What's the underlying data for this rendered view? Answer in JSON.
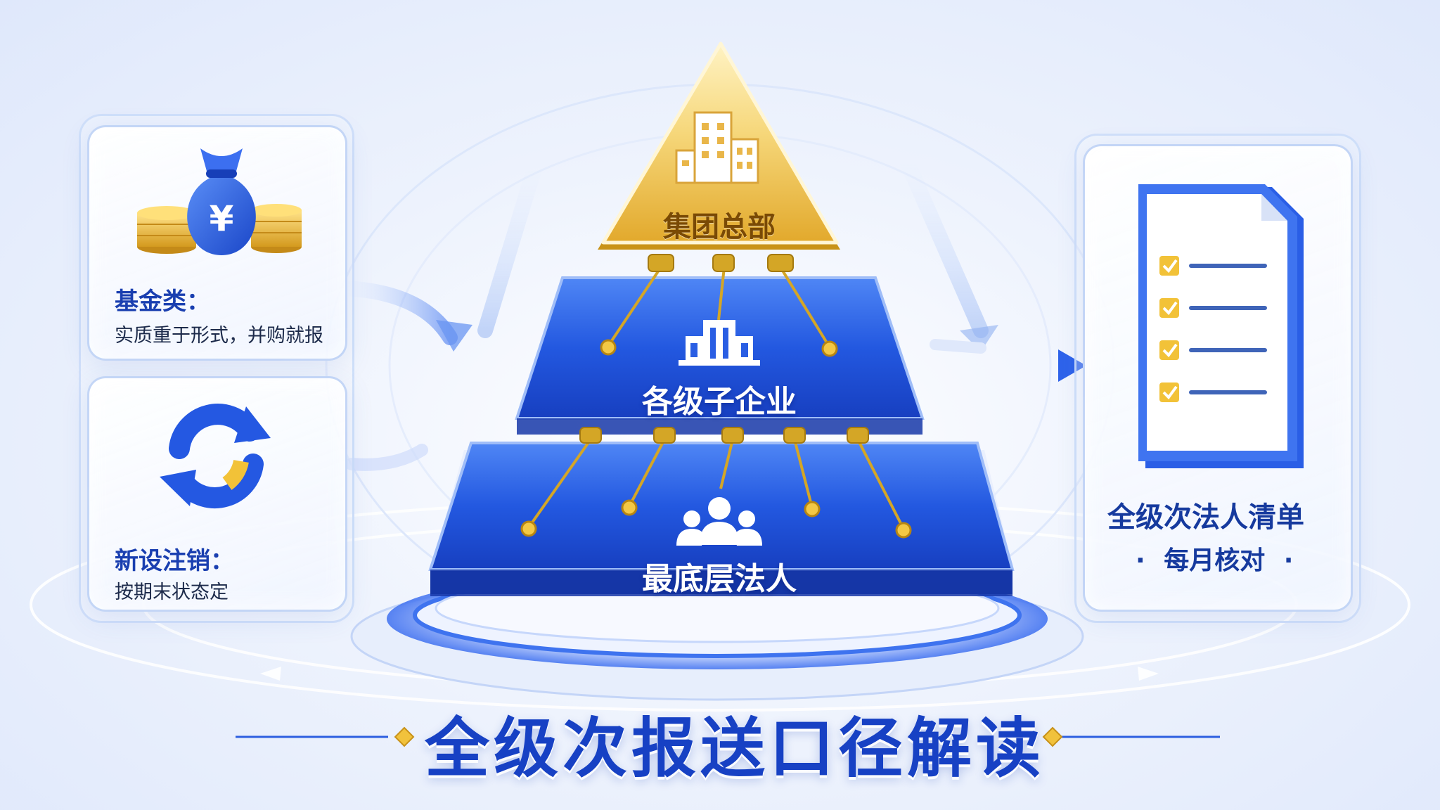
{
  "title": "全级次报送口径解读",
  "pyramid": {
    "top": "集团总部",
    "middle": "各级子企业",
    "bottom": "最底层法人"
  },
  "left_cards": [
    {
      "title": "基金类：",
      "desc": "实质重于形式，并购就报",
      "icon": "money-bag-icon"
    },
    {
      "title": "新设注销：",
      "desc": "按期末状态定",
      "icon": "refresh-cycle-icon"
    }
  ],
  "right_card": {
    "title": "全级次法人清单",
    "subtitle": "每月核对",
    "bullet": "·",
    "icon": "checklist-document-icon"
  },
  "colors": {
    "primary_blue": "#1f4fd8",
    "gold": "#e8b93a",
    "background": "#eef3fd"
  }
}
